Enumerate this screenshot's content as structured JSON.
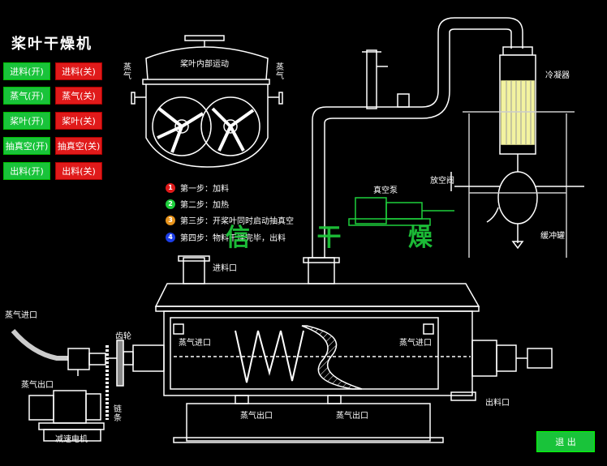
{
  "title": "桨叶干燥机",
  "controls": [
    {
      "on": "进料(开)",
      "off": "进料(关)"
    },
    {
      "on": "蒸气(开)",
      "off": "蒸气(关)"
    },
    {
      "on": "桨叶(开)",
      "off": "桨叶(关)"
    },
    {
      "on": "抽真空(开)",
      "off": "抽真空(关)"
    },
    {
      "on": "出料(开)",
      "off": "出料(关)"
    }
  ],
  "steps": [
    {
      "num": "1",
      "text": "第一步：加料",
      "color": "#e01a1a"
    },
    {
      "num": "2",
      "text": "第二步：加热",
      "color": "#1ecf3c"
    },
    {
      "num": "3",
      "text": "第三步：开桨叶同时启动抽真空",
      "color": "#e8941c"
    },
    {
      "num": "4",
      "text": "第四步：物料干燥完毕，出料",
      "color": "#1c3ee8"
    }
  ],
  "labels": {
    "inner": "桨叶内部运动",
    "steam_left": "蒸气",
    "steam_right": "蒸气",
    "condenser": "冷凝器",
    "vent_valve": "放空阀",
    "vacuum_pump": "真空泵",
    "buffer_tank": "缓冲罐",
    "feed_inlet": "进料口",
    "steam_inlet_left": "蒸气进口",
    "gear": "齿轮",
    "steam_inlet_a": "蒸气进口",
    "steam_inlet_b": "蒸气进口",
    "steam_outlet_left": "蒸气出口",
    "chain": "链条",
    "discharge": "出料口",
    "steam_outlet_a": "蒸气出口",
    "steam_outlet_b": "蒸气出口",
    "motor": "减速电机"
  },
  "watermark": "信 干 燥",
  "watermark_color": "#1ecf3c",
  "exit_label": "退 出"
}
